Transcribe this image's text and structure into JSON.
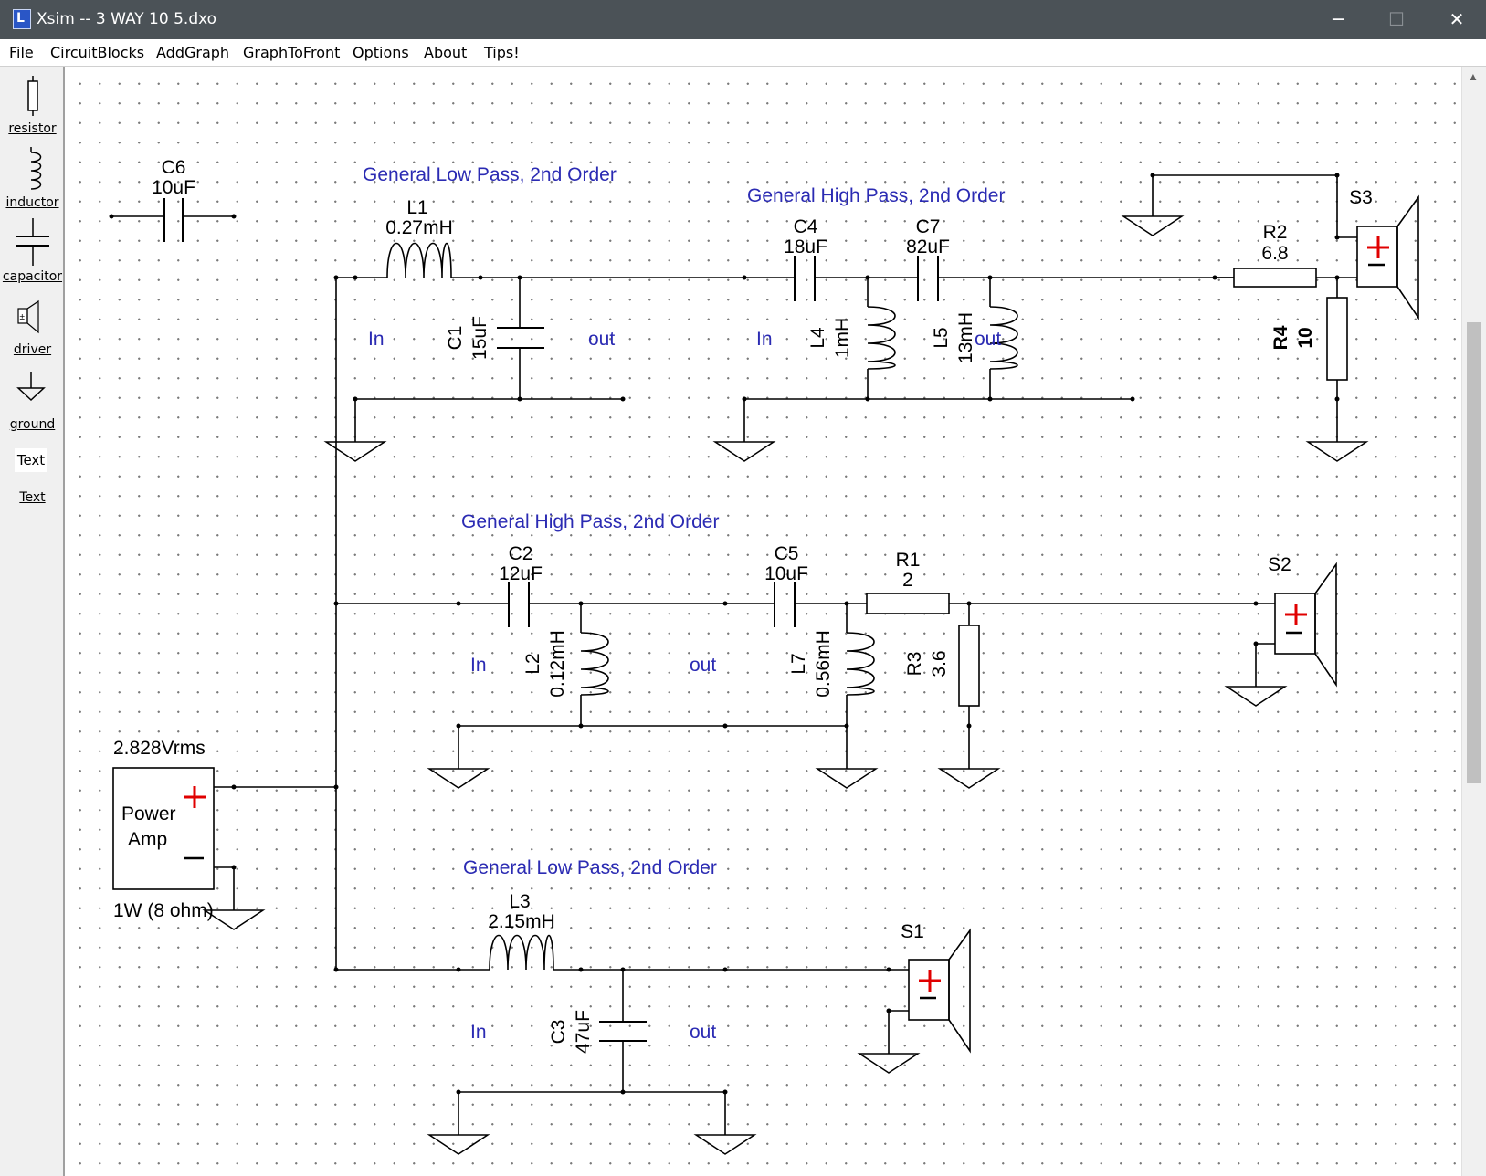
{
  "window": {
    "title": "Xsim -- 3 WAY 10 5.dxo",
    "minimize": "─",
    "maximize": "☐",
    "close": "✕"
  },
  "menu": [
    "File",
    "CircuitBlocks",
    "AddGraph",
    "GraphToFront",
    "Options",
    "About",
    "Tips!"
  ],
  "toolbox": {
    "resistor": "resistor",
    "inductor": "inductor",
    "capacitor": "capacitor",
    "driver": "driver",
    "ground": "ground",
    "text_icon": "Text",
    "text": "Text"
  },
  "colors": {
    "titlebar": "#4b5257",
    "annotation_blue": "#2b2bb3",
    "polarity_red": "#e00000"
  },
  "canvas": {
    "headers": {
      "low_pass_top": "General Low Pass, 2nd Order",
      "high_pass_top": "General High Pass, 2nd Order",
      "high_pass_mid": "General High Pass, 2nd Order",
      "low_pass_bottom": "General Low Pass, 2nd Order"
    },
    "ports": {
      "in": "In",
      "out": "out"
    },
    "components": {
      "C6": {
        "name": "C6",
        "value": "10uF"
      },
      "L1": {
        "name": "L1",
        "value": "0.27mH"
      },
      "C1": {
        "name": "C1",
        "value": "15uF"
      },
      "C4": {
        "name": "C4",
        "value": "18uF"
      },
      "C7": {
        "name": "C7",
        "value": "82uF"
      },
      "L4": {
        "name": "L4",
        "value": "1mH"
      },
      "L5": {
        "name": "L5",
        "value": "13mH"
      },
      "R2": {
        "name": "R2",
        "value": "6.8"
      },
      "R4": {
        "name": "R4",
        "value": "10"
      },
      "S3": {
        "name": "S3"
      },
      "C2": {
        "name": "C2",
        "value": "12uF"
      },
      "C5": {
        "name": "C5",
        "value": "10uF"
      },
      "R1": {
        "name": "R1",
        "value": "2"
      },
      "L2": {
        "name": "L2",
        "value": "0.12mH"
      },
      "L7": {
        "name": "L7",
        "value": "0.56mH"
      },
      "R3": {
        "name": "R3",
        "value": "3.6"
      },
      "S2": {
        "name": "S2"
      },
      "L3": {
        "name": "L3",
        "value": "2.15mH"
      },
      "C3": {
        "name": "C3",
        "value": "47uF"
      },
      "S1": {
        "name": "S1"
      }
    },
    "amp": {
      "voltage": "2.828Vrms",
      "line1": "Power",
      "line2": "Amp",
      "plus": "+",
      "minus": "−",
      "power": "1W (8 ohm)"
    },
    "driver_plus": "+"
  }
}
